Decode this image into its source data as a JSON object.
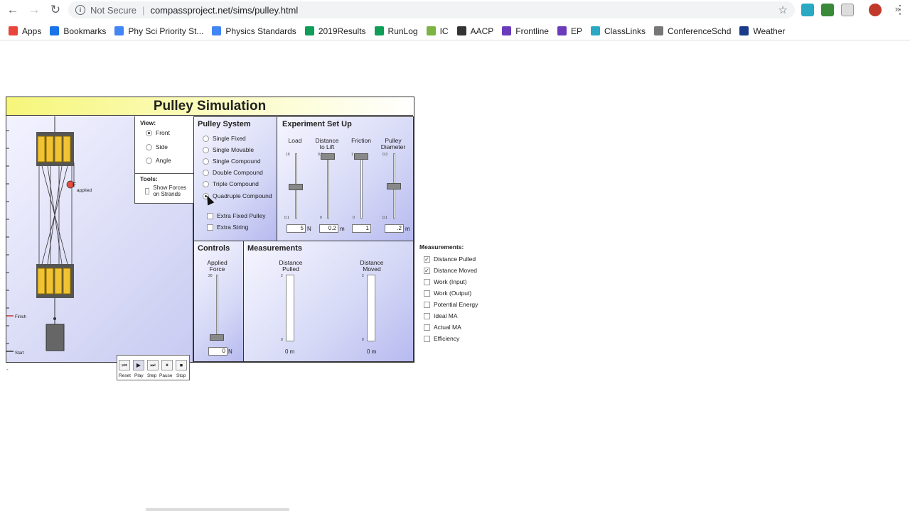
{
  "browser": {
    "security_label": "Not Secure",
    "url": "compassproject.net/sims/pulley.html"
  },
  "bookmarks": [
    {
      "label": "Apps",
      "icon": "apps-grid-icon",
      "color": "#e8453c"
    },
    {
      "label": "Bookmarks",
      "icon": "star-icon",
      "color": "#1a73e8"
    },
    {
      "label": "Phy Sci Priority St...",
      "icon": "doc-icon",
      "color": "#4285f4"
    },
    {
      "label": "Physics Standards",
      "icon": "doc-icon",
      "color": "#4285f4"
    },
    {
      "label": "2019Results",
      "icon": "sheet-icon",
      "color": "#0f9d58"
    },
    {
      "label": "RunLog",
      "icon": "sheet-icon",
      "color": "#0f9d58"
    },
    {
      "label": "IC",
      "icon": "ic-icon",
      "color": "#7cb342"
    },
    {
      "label": "AACP",
      "icon": "s-icon",
      "color": "#333333"
    },
    {
      "label": "Frontline",
      "icon": "frontline-icon",
      "color": "#6a3cbc"
    },
    {
      "label": "EP",
      "icon": "ep-icon",
      "color": "#6a3cbc"
    },
    {
      "label": "ClassLinks",
      "icon": "cloud-icon",
      "color": "#2aa8c4"
    },
    {
      "label": "ConferenceSchd",
      "icon": "loading-icon",
      "color": "#777777"
    },
    {
      "label": "Weather",
      "icon": "weather-icon",
      "color": "#1a3a8a"
    }
  ],
  "sim": {
    "title": "Pulley Simulation",
    "applied_label": "applied",
    "finish_label": "Finish",
    "start_label": "Start",
    "view": {
      "title": "View:",
      "options": [
        {
          "label": "Front",
          "selected": true
        },
        {
          "label": "Side",
          "selected": false
        },
        {
          "label": "Angle",
          "selected": false
        }
      ]
    },
    "tools": {
      "title": "Tools:",
      "show_forces": "Show Forces on Strands"
    },
    "pulley_system": {
      "title": "Pulley System",
      "options": [
        {
          "label": "Single Fixed",
          "selected": false
        },
        {
          "label": "Single Movable",
          "selected": false
        },
        {
          "label": "Single Compound",
          "selected": false
        },
        {
          "label": "Double Compound",
          "selected": false
        },
        {
          "label": "Triple Compound",
          "selected": false
        },
        {
          "label": "Quadruple Compound",
          "selected": true
        }
      ],
      "extras": [
        {
          "label": "Extra Fixed Pulley",
          "checked": false
        },
        {
          "label": "Extra String",
          "checked": false
        }
      ]
    },
    "experiment": {
      "title": "Experiment Set Up",
      "load": {
        "label": "Load",
        "max": "10",
        "min": "0.1",
        "value": "5",
        "unit": "N"
      },
      "distance": {
        "label": "Distance to Lift",
        "max": "0.2",
        "min": "0",
        "value": "0.2",
        "unit": "m"
      },
      "friction": {
        "label": "Friction",
        "max": "1",
        "min": "0",
        "value": "1",
        "unit": ""
      },
      "diameter": {
        "label": "Pulley Diameter",
        "max": "0.3",
        "min": "0.1",
        "value": ".2",
        "unit": "m"
      }
    },
    "controls": {
      "title": "Controls",
      "applied_force_label": "Applied Force",
      "max": "20",
      "value": "0",
      "unit": "N"
    },
    "measurements": {
      "title": "Measurements",
      "distance_pulled": {
        "label": "Distance Pulled",
        "max": "2",
        "min": "0",
        "value": "0 m"
      },
      "distance_moved": {
        "label": "Distance Moved",
        "max": "2",
        "min": "0",
        "value": "0 m"
      }
    },
    "transport": [
      "Reset",
      "Play",
      "Step",
      "Pause",
      "Stop"
    ]
  },
  "measurement_list": {
    "title": "Measurements:",
    "items": [
      {
        "label": "Distance Pulled",
        "checked": true
      },
      {
        "label": "Distance Moved",
        "checked": true
      },
      {
        "label": "Work (Input)",
        "checked": false
      },
      {
        "label": "Work (Output)",
        "checked": false
      },
      {
        "label": "Potential Energy",
        "checked": false
      },
      {
        "label": "Ideal MA",
        "checked": false
      },
      {
        "label": "Actual MA",
        "checked": false
      },
      {
        "label": "Efficiency",
        "checked": false
      }
    ]
  }
}
